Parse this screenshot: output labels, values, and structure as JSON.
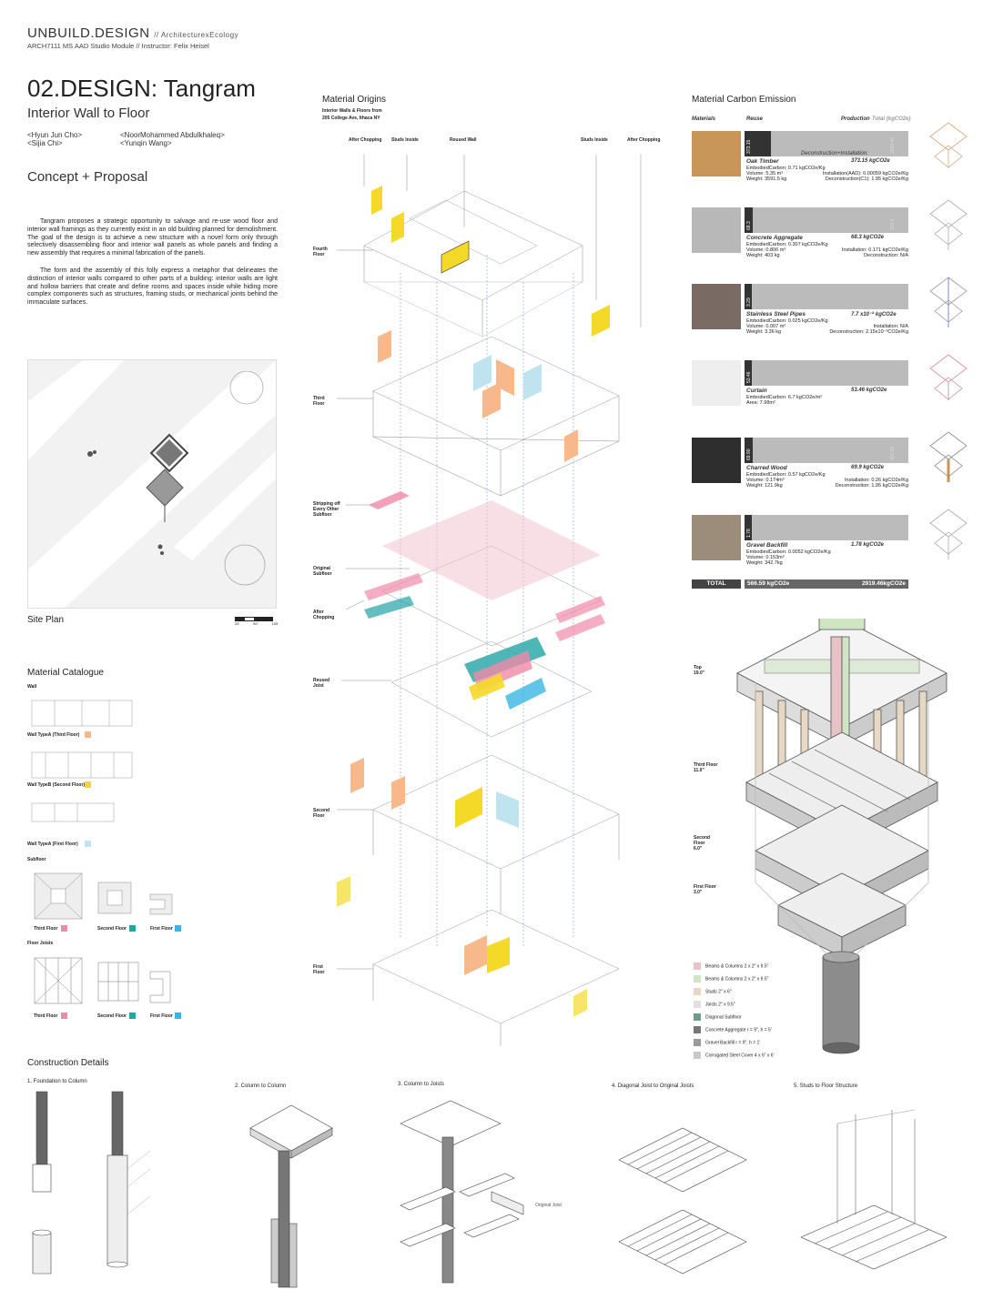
{
  "header": {
    "brand": "UNBUILD.DESIGN",
    "brand_sub": "// ArchitecturexEcology",
    "line2": "ARCH7111 MS AAD Studio Module // Instructor: Felix Heisel",
    "title": "02.DESIGN: Tangram",
    "subtitle": "Interior Wall to Floor",
    "authors": [
      "<Hyun Jun Cho>",
      "<Sijia Chi>",
      "<NoorMohammed Abdulkhaleq>",
      "<Yunqin Wang>"
    ]
  },
  "concept": {
    "heading": "Concept + Proposal",
    "p1": "Tangram proposes a strategic opportunity to salvage and re-use wood floor and interior wall framings as they currently exist in an old building planned for demolishment. The goal of the design is to achieve a new structure with a novel form only through selectively disassembling floor and interior wall panels as whole panels and finding a new assembly that requires a minimal fabrication of the panels.",
    "p2": "The form and the assembly of this folly express a metaphor that delineates the distinction of interior walls compared to other parts of a building: interior walls are light and hollow barriers that create and define rooms and spaces inside while hiding more complex components such as structures, framing studs, or mechanical joints behind the immaculate surfaces."
  },
  "site": {
    "label": "Site Plan",
    "scale": [
      "25'",
      "50'",
      "100'"
    ]
  },
  "catalogue": {
    "heading": "Material Catalogue",
    "wall": "Wall",
    "wall_types": [
      "Wall TypeA (Third Floor)",
      "Wall TypeB (Second Floor)",
      "Wall TypeA (First Floor)"
    ],
    "subfloor": "Subfloor",
    "subfloor_labels": [
      "Third Floor",
      "Second Floor",
      "First Floor"
    ],
    "joists": "Floor Joists",
    "joist_labels": [
      "Third Floor",
      "Second Floor",
      "First Floor"
    ],
    "colors": {
      "orange": "#f7b98c",
      "yellow": "#f5d928",
      "lightblue": "#bfe3ef",
      "pink": "#f08aa8",
      "teal": "#23a4a6",
      "cyan": "#39b7e4"
    }
  },
  "origins": {
    "heading": "Material Origins",
    "source": "Interior Walls & Floors from",
    "address": "205 College Ave, Ithaca NY",
    "top_labels": [
      "After Chopping",
      "Studs Inside",
      "Reused Wall",
      "Studs Inside",
      "After Chopping"
    ],
    "side_labels": [
      "Fourth Floor",
      "Third Floor",
      "Stripping off Every Other Subfloor",
      "Original Subfloor",
      "After Chopping",
      "Reused Joist",
      "Second Floor",
      "First Floor"
    ]
  },
  "carbon": {
    "heading": "Material Carbon Emission",
    "col_materials": "Materials",
    "col_reuse": "Reuse",
    "col_production": "Production",
    "col_total": "Total (kgCO2e)",
    "rows": [
      {
        "name": "Oak Timber",
        "total": "373.15 kgCO2e",
        "note": "Deconstruction+Installation:",
        "reuse": "373.15",
        "prod": "2036.46",
        "l1": "EmbodiedCarbon: 0.71 kgCO2e/Kg",
        "l2": "Volume: 5.35 m³",
        "l3": "Weight: 3591.5 kg",
        "r1": "Installation(AAD): 0.00059 kgCO2e/Kg",
        "r2": "Deconstruction(C1): 1.95 kgCO2e/Kg",
        "swatch": "#c9965a",
        "frac": 0.16
      },
      {
        "name": "Concrete Aggregate",
        "total": "68.3 kgCO2e",
        "note": "",
        "reuse": "68.3",
        "prod": "122.5",
        "l1": "EmbodiedCarbon: 0.307 kgCO2e/Kg",
        "l2": "Volume: 0.806 m³",
        "l3": "Weight: 403 kg",
        "r1": "Installation: 0.171 kgCO2e/Kg",
        "r2": "Deconstruction: N/A",
        "swatch": "#b8b8b8",
        "frac": 0.05
      },
      {
        "name": "Stainless Steel Pipes",
        "total": "7.7 x10⁻² kgCO2e",
        "note": "",
        "reuse": "3.29",
        "prod": "",
        "l1": "EmbodiedCarbon: 0.025 kgCO2e/Kg",
        "l2": "Volume: 0.007 m³",
        "l3": "Weight: 3.36 kg",
        "r1": "Installation: N/A",
        "r2": "Deconstruction: 2.15x10⁻³CO2e/Kg",
        "swatch": "#7a6a64",
        "frac": 0.02
      },
      {
        "name": "Curtain",
        "total": "53.46 kgCO2e",
        "note": "",
        "reuse": "53.46",
        "prod": "",
        "l1": "EmbodiedCarbon: 6.7 kgCO2e/m²",
        "l2": "Area: 7.98m²",
        "l3": "",
        "r1": "",
        "r2": "",
        "swatch": "#eeeeee",
        "frac": 0.03
      },
      {
        "name": "Charred Wood",
        "total": "69.9 kgCO2e",
        "note": "",
        "reuse": "69.90",
        "prod": "118.13",
        "l1": "EmbodiedCarbon: 0.57 kgCO2e/Kg",
        "l2": "Volume: 0.174m³",
        "l3": "Weight: 121.9kg",
        "r1": "Installation: 0.26 kgCO2e/Kg",
        "r2": "Deconstruction: 1.95 kgCO2e/Kg",
        "swatch": "#2e2e2e",
        "frac": 0.05
      },
      {
        "name": "Gravel Backfill",
        "total": "1.78 kgCO2e",
        "note": "",
        "reuse": "1.78",
        "prod": "",
        "l1": "EmbodiedCarbon: 0.0052 kgCO2e/Kg",
        "l2": "Volume: 0.153m³",
        "l3": "Weight: 342.7kg",
        "r1": "",
        "r2": "",
        "swatch": "#9c8d7a",
        "frac": 0.02
      }
    ],
    "total_label": "TOTAL",
    "total_reuse": "566.59 kgCO2e",
    "total_all": "2919.46kgCO2e"
  },
  "axon": {
    "levels": [
      {
        "name": "Top",
        "value": "19.0\""
      },
      {
        "name": "Third Floor",
        "value": "11.0\""
      },
      {
        "name": "Second Floor",
        "value": "6.0\""
      },
      {
        "name": "First Floor",
        "value": "3.0\""
      }
    ],
    "legend": [
      {
        "label": "Beams & Columns 2 x 2\" x 9.5\"",
        "color": "#e7c3c8"
      },
      {
        "label": "Beams & Columns 2 x 2\" x 9.5\"",
        "color": "#cfe5c4"
      },
      {
        "label": "Studs 2\" x 6\"",
        "color": "#e7d8c4"
      },
      {
        "label": "Joists 2\" x 9.5\"",
        "color": "#e0e0e0"
      },
      {
        "label": "Diagonal Subfloor",
        "color": "#6e9a8f"
      },
      {
        "label": "Concrete Aggregate r = 9\", h = 5'",
        "color": "#777777"
      },
      {
        "label": "Gravel Backfill r = 9\", h = 1'",
        "color": "#999999"
      },
      {
        "label": "Corrugated Steel Cover 4 x 6\" x 6'",
        "color": "#c9c9c9"
      }
    ]
  },
  "details": {
    "heading": "Construction Details",
    "items": [
      "1. Foundation to Column",
      "2. Column to Column",
      "3. Column to Joists",
      "4. Diagonal Joist to Original Joists",
      "5. Studs to Floor Structure"
    ],
    "callouts": [
      "Original Joist"
    ]
  }
}
